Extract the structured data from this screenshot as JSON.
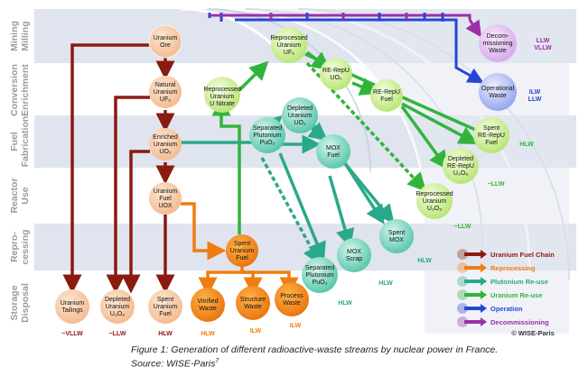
{
  "figure": {
    "caption_line1": "Figure 1: Generation of different radioactive-waste streams by nuclear power in France.",
    "caption_source_prefix": "Source: WISE-Paris",
    "caption_source_sup": "7",
    "credit": "© WISE-Paris"
  },
  "stages": [
    {
      "line1": "Mining",
      "line2": "Milling"
    },
    {
      "line1": "Conversion",
      "line2": "Enrichment"
    },
    {
      "line1": "Fuel",
      "line2": "Fabrication"
    },
    {
      "line1": "Reactor",
      "line2": "Use"
    },
    {
      "line1": "Repro-",
      "line2": "cessing"
    },
    {
      "line1": "Storage",
      "line2": "Disposal"
    }
  ],
  "nodes": {
    "uranium_ore": [
      "Uranium",
      "Ore"
    ],
    "natural_uranium": [
      "Natural",
      "Uranium",
      "UF₆"
    ],
    "enriched_uranium": [
      "Enriched",
      "Uranium",
      "UO₂"
    ],
    "uranium_fuel": [
      "Uranium",
      "Fuel",
      "UOX"
    ],
    "spent_uranium_fuel": [
      "Spent",
      "Uranium",
      "Fuel"
    ],
    "uranium_tailings": [
      "Uranium",
      "Tailings"
    ],
    "depleted_uranium_store": [
      "Depleted",
      "Uranium",
      "U₃O₈"
    ],
    "spent_uranium_fuel_store": [
      "Spent",
      "Uranium",
      "Fuel"
    ],
    "vitrified_waste": [
      "Vitrified",
      "Waste"
    ],
    "structure_waste": [
      "Structure",
      "Waste"
    ],
    "process_waste": [
      "Process",
      "Waste"
    ],
    "reprocessed_uranium_uf6": [
      "Reprocessed",
      "Uranium",
      "UF₆"
    ],
    "reprocessed_uranium_nitrate": [
      "Reprocessed",
      "Uranium",
      "U Nitrate"
    ],
    "re_repu_uo2": [
      "RE-RepU",
      "UO₂"
    ],
    "re_repu_fuel": [
      "RE-RepU",
      "Fuel"
    ],
    "depleted_uranium_uo2": [
      "Depleted",
      "Uranium",
      "UO₂"
    ],
    "separated_plutonium_puo2_top": [
      "Separated",
      "Plutonium",
      "PuO₂"
    ],
    "mox_fuel": [
      "MOX",
      "Fuel"
    ],
    "spent_mox": [
      "Spent",
      "MOX"
    ],
    "mox_scrap": [
      "MOX",
      "Scrap"
    ],
    "separated_plutonium_puo2_bottom": [
      "Separated",
      "Plutonium",
      "PuO₂"
    ],
    "spent_re_repu_fuel": [
      "Spent",
      "RE-RepU",
      "Fuel"
    ],
    "depleted_re_repu_u3o8": [
      "Depleted",
      "RE-RepU",
      "U₃O₈"
    ],
    "reprocessed_uranium_u3o8": [
      "Reprocessed",
      "Uranium",
      "U₃O₈"
    ],
    "decommissioning_waste": [
      "Decom-",
      "missioning",
      "Waste"
    ],
    "operational_waste": [
      "Operational",
      "Waste"
    ]
  },
  "waste_labels": {
    "vllw_tailings": "~VLLW",
    "llw_depleted": "~LLW",
    "hlw_spent": "HLW",
    "hlw_vitrified": "HLW",
    "ilw_structure": "ILW",
    "ilw_process": "ILW",
    "hlw_puo2": "HLW",
    "hlw_mox_scrap": "HLW",
    "hlw_spent_mox": "HLW",
    "llw_reprocessed": "~LLW",
    "llw_depleted_rerepu": "~LLW",
    "hlw_spent_rerepu": "HLW",
    "ilw_op": "ILW",
    "llw_op": "LLW",
    "llw_decom": "LLW",
    "vllw_decom": "VLLW"
  },
  "legend": [
    {
      "label": "Uranium Fuel Chain",
      "color": "#8b1a10"
    },
    {
      "label": "Reprocessing",
      "color": "#f07d10"
    },
    {
      "label": "Plutonium Re-use",
      "color": "#2aa88a"
    },
    {
      "label": "Uranium Re-use",
      "color": "#32b43c"
    },
    {
      "label": "Operation",
      "color": "#2746d6"
    },
    {
      "label": "Decommissioning",
      "color": "#9c2fa8"
    }
  ]
}
